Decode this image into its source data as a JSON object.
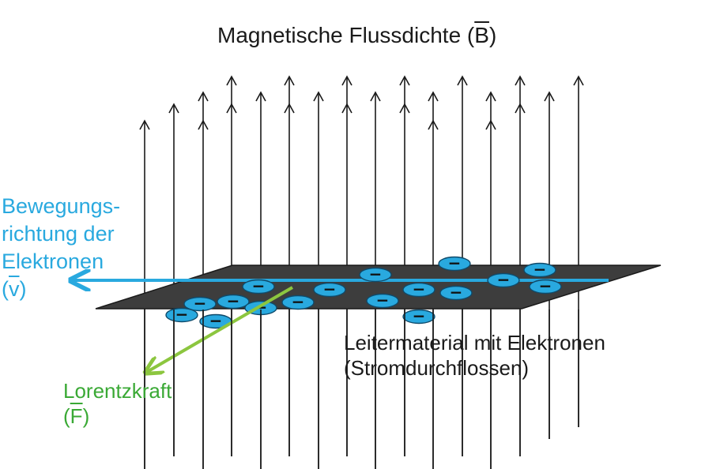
{
  "title": {
    "prefix": "Magnetische Flussdichte (",
    "symbol": "B",
    "suffix": ")"
  },
  "velocity_label": {
    "line1": "Bewegungs-",
    "line2": "richtung der",
    "line3": "Elektronen",
    "symbol_open": "(",
    "symbol": "v",
    "symbol_close": ")"
  },
  "conductor_label": {
    "line1": "Leitermaterial mit Elektronen",
    "line2": "(Stromdurchflossen)"
  },
  "force_label": {
    "line1": "Lorentzkraft",
    "symbol_open": "(",
    "symbol": "F",
    "symbol_close": ")"
  },
  "electron_symbol": "−",
  "colors": {
    "field_lines": "#1a1a1a",
    "plate": "#3d3d3d",
    "velocity": "#29a9df",
    "force": "#8cc63f",
    "force_text": "#3aa935",
    "electron_fill": "#29a9df"
  }
}
